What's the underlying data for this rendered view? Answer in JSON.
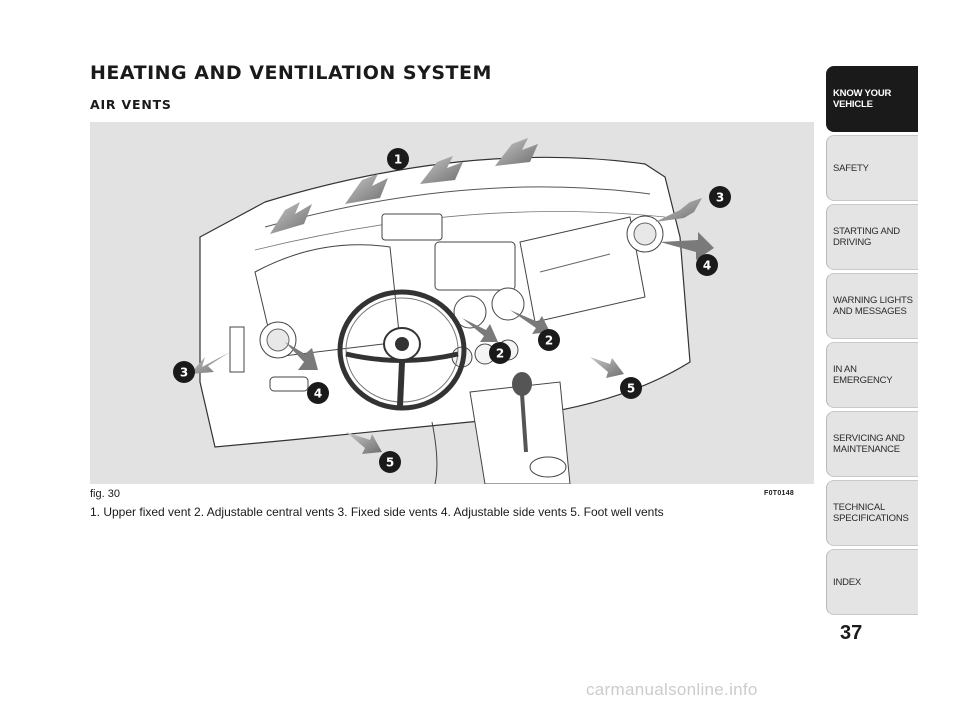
{
  "header": {
    "title": "HEATING AND VENTILATION SYSTEM",
    "subtitle": "AIR VENTS"
  },
  "figure": {
    "label": "fig. 30",
    "code": "F0T0148",
    "callouts": [
      "1",
      "2",
      "2",
      "3",
      "3",
      "4",
      "4",
      "5",
      "5"
    ],
    "caption": "1. Upper fixed vent 2. Adjustable central vents 3. Fixed side vents 4. Adjustable side vents 5. Foot well vents",
    "colors": {
      "background": "#e2e2e2",
      "airflow_arrow": "#8a8a8a",
      "callout_fill": "#1a1a1a"
    }
  },
  "sidebar": {
    "tabs": [
      {
        "label": "KNOW YOUR VEHICLE",
        "active": true
      },
      {
        "label": "SAFETY"
      },
      {
        "label": "STARTING AND DRIVING"
      },
      {
        "label": "WARNING LIGHTS AND MESSAGES"
      },
      {
        "label": "IN AN EMERGENCY"
      },
      {
        "label": "SERVICING AND MAINTENANCE"
      },
      {
        "label": "TECHNICAL SPECIFICATIONS"
      },
      {
        "label": "INDEX"
      }
    ]
  },
  "page": {
    "number": "37"
  },
  "watermark": "carmanualsonline.info"
}
